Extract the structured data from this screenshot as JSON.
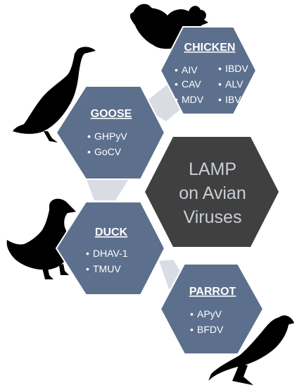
{
  "center": {
    "lines": [
      "LAMP",
      "on Avian",
      "Viruses"
    ]
  },
  "groups": [
    {
      "title": "CHICKEN",
      "items_left": [
        "AIV",
        "CAV",
        "MDV"
      ],
      "items_right": [
        "IBDV",
        "ALV",
        "IBV"
      ]
    },
    {
      "title": "GOOSE",
      "items": [
        "GHPyV",
        "GoCV"
      ]
    },
    {
      "title": "DUCK",
      "items": [
        "DHAV-1",
        "TMUV"
      ]
    },
    {
      "title": "PARROT",
      "items": [
        "APyV",
        "BFDV"
      ]
    }
  ],
  "bullet": "•",
  "colors": {
    "hex_fill": "#5c6f8d",
    "hex_stroke": "#ffffff",
    "center_fill": "#404040",
    "connector": "#d9dde3",
    "silhouette": "#000000"
  }
}
